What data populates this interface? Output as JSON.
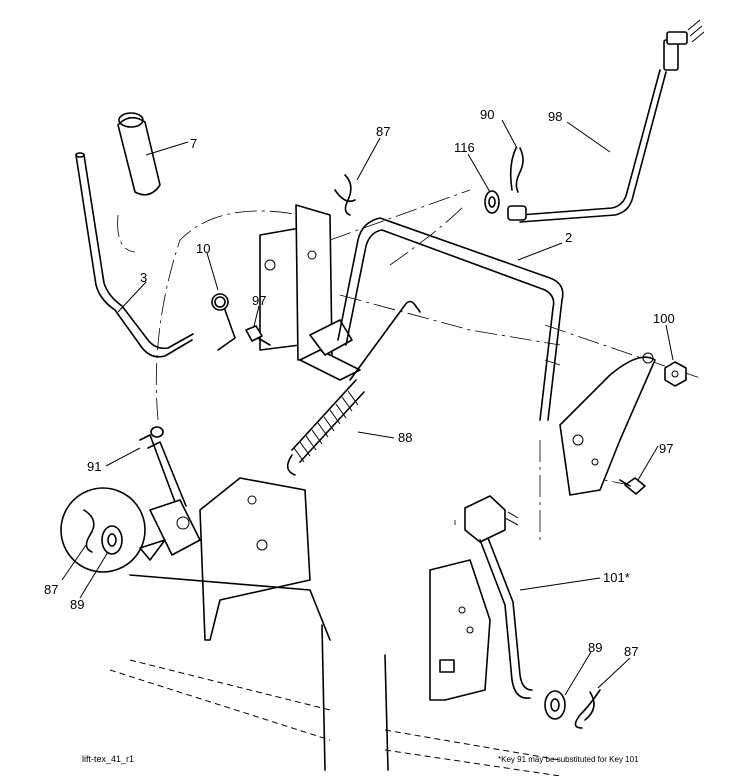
{
  "callouts": [
    {
      "id": "c7",
      "label": "7"
    },
    {
      "id": "c87a",
      "label": "87"
    },
    {
      "id": "c90",
      "label": "90"
    },
    {
      "id": "c98",
      "label": "98"
    },
    {
      "id": "c116",
      "label": "116"
    },
    {
      "id": "c2",
      "label": "2"
    },
    {
      "id": "c3",
      "label": "3"
    },
    {
      "id": "c10",
      "label": "10"
    },
    {
      "id": "c97a",
      "label": "97"
    },
    {
      "id": "c100",
      "label": "100"
    },
    {
      "id": "c88",
      "label": "88"
    },
    {
      "id": "c91",
      "label": "91"
    },
    {
      "id": "c97b",
      "label": "97"
    },
    {
      "id": "c101",
      "label": "101*"
    },
    {
      "id": "c87b",
      "label": "87"
    },
    {
      "id": "c89a",
      "label": "89"
    },
    {
      "id": "c89b",
      "label": "89"
    },
    {
      "id": "c87c",
      "label": "87"
    }
  ],
  "footer": {
    "figure_id": "lift-tex_41_r1",
    "note": "*Key 91 may be substituted for Key 101"
  }
}
